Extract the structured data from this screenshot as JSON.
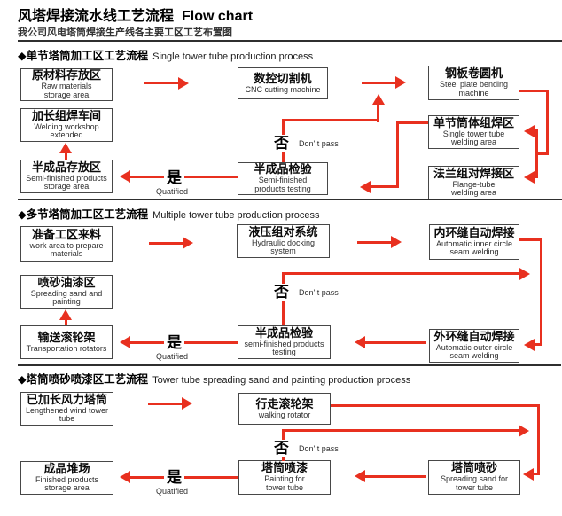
{
  "title": {
    "zh": "风塔焊接流水线工艺流程",
    "en": "Flow chart"
  },
  "subtitle": "我公司风电塔筒焊接生产线各主要工区工艺布置图",
  "colors": {
    "arrow_red": "#e8301f",
    "box_border": "#474747",
    "divider": "#2f2f2f"
  },
  "sections": [
    {
      "heading_zh": "◆单节塔筒加工区工艺流程",
      "heading_en": "Single tower tube production process",
      "boxes": {
        "raw": {
          "zh": "原材料存放区",
          "en": "Raw materials\nstorage area"
        },
        "weld_ext": {
          "zh": "加长组焊车间",
          "en": "Welding workshop\nextended"
        },
        "semi_store": {
          "zh": "半成品存放区",
          "en": "Semi-finished products\nstorage area"
        },
        "cnc": {
          "zh": "数控切割机",
          "en": "CNC cutting machine"
        },
        "semi_test": {
          "zh": "半成品检验",
          "en": "Semi-finished\nproducts testing"
        },
        "steel_bend": {
          "zh": "钢板卷圆机",
          "en": "Steel plate bending\nmachine"
        },
        "single_weld": {
          "zh": "单节筒体组焊区",
          "en": "Single tower tube\nwelding area"
        },
        "flange_weld": {
          "zh": "法兰组对焊接区",
          "en": "Flange-tube\nwelding area"
        }
      },
      "yes": {
        "zh": "是",
        "en": "Quatified"
      },
      "no": {
        "zh": "否",
        "en": "Don' t pass"
      }
    },
    {
      "heading_zh": "◆多节塔筒加工区工艺流程",
      "heading_en": "Multiple tower tube production process",
      "boxes": {
        "prepare": {
          "zh": "准备工区来料",
          "en": "work area to prepare\nmaterials"
        },
        "sand_paint": {
          "zh": "喷砂油漆区",
          "en": "Spreading sand and\npainting"
        },
        "transport": {
          "zh": "输送滚轮架",
          "en": "Transportation rotators"
        },
        "hydraulic": {
          "zh": "液压组对系统",
          "en": "Hydraulic docking\nsystem"
        },
        "semi_test": {
          "zh": "半成品检验",
          "en": "semi-finished products\ntesting"
        },
        "inner_seam": {
          "zh": "内环缝自动焊接",
          "en": "Automatic inner circle\nseam welding"
        },
        "outer_seam": {
          "zh": "外环缝自动焊接",
          "en": "Automatic outer circle\nseam welding"
        }
      },
      "yes": {
        "zh": "是",
        "en": "Quatified"
      },
      "no": {
        "zh": "否",
        "en": "Don' t pass"
      }
    },
    {
      "heading_zh": "◆塔筒喷砂喷漆区工艺流程",
      "heading_en": "Tower tube spreading sand and painting  production process",
      "boxes": {
        "lengthened": {
          "zh": "已加长风力塔筒",
          "en": "Lengthened wind tower\ntube"
        },
        "finished": {
          "zh": "成品堆场",
          "en": "Finished products\nstorage area"
        },
        "walking": {
          "zh": "行走滚轮架",
          "en": "walking rotator"
        },
        "paint": {
          "zh": "塔筒喷漆",
          "en": "Painting for\ntower tube"
        },
        "sand": {
          "zh": "塔筒喷砂",
          "en": "Spreading sand for\ntower tube"
        }
      },
      "yes": {
        "zh": "是",
        "en": "Quatified"
      },
      "no": {
        "zh": "否",
        "en": "Don' t pass"
      }
    }
  ]
}
